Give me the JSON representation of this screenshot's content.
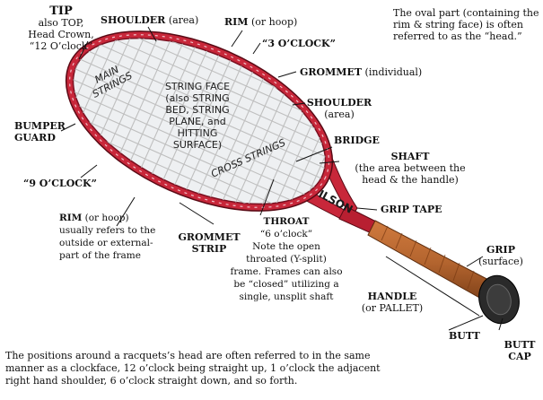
{
  "labels": {
    "tip": {
      "title": "TIP",
      "detail": [
        "also TOP,",
        "Head Crown,",
        "“12 O’clock”"
      ]
    },
    "shoulder_top": {
      "title": "SHOULDER",
      "detail": "(area)"
    },
    "rim_top": {
      "title": "RIM",
      "detail": "(or hoop)"
    },
    "three_oclock": "“3 O’CLOCK”",
    "grommet": {
      "title": "GROMMET",
      "detail": "(individual)"
    },
    "shoulder_right": {
      "title": "SHOULDER",
      "detail": "(area)"
    },
    "bumper": [
      "BUMPER",
      "GUARD"
    ],
    "nine_oclock": "“9 O’CLOCK”",
    "bridge": "BRIDGE",
    "shaft": {
      "title": "SHAFT",
      "detail": [
        "(the area between the",
        "head & the handle)"
      ]
    },
    "grip_tape": "GRIP TAPE",
    "rim_note": {
      "title": "RIM",
      "title_detail": "(or hoop)",
      "lines": [
        "usually refers to the",
        "outside or external-",
        "part of the frame"
      ]
    },
    "grommet_strip": [
      "GROMMET",
      "STRIP"
    ],
    "throat": {
      "title": "THROAT",
      "lines": [
        "“6 o’clock”",
        "Note the open",
        "throated (Y-split)",
        "frame. Frames can also",
        "be “closed” utilizing a",
        "single,  unsplit shaft"
      ]
    },
    "grip": {
      "title": "GRIP",
      "detail": "(surface)"
    },
    "handle": {
      "title": "HANDLE",
      "detail": "(or PALLET)"
    },
    "butt": "BUTT",
    "butt_cap": [
      "BUTT",
      "CAP"
    ]
  },
  "head_note": [
    "The oval part (containing the",
    "rim & string face) is often",
    "referred to as the “head.”"
  ],
  "string_face": [
    "STRING FACE",
    "(also STRING",
    "BED, STRING",
    "PLANE, and",
    "HITTING",
    "SURFACE)"
  ],
  "main_strings": [
    "MAIN",
    "STRINGS"
  ],
  "cross_strings": "CROSS STRINGS",
  "brand_text": "WILSON",
  "footer": [
    "The positions around a racquets’s head are often referred to in the same",
    "manner as a clockface, 12 o’clock being straight up, 1 o’clock the adjacent",
    "right hand shoulder, 6 o’clock straight down, and so forth."
  ],
  "colors": {
    "frame_red": "#c8273a",
    "frame_dark": "#7a1020",
    "grip_brown": "#b4652f",
    "butt_cap": "#2a2a2a",
    "string": "#d8d8d8"
  }
}
